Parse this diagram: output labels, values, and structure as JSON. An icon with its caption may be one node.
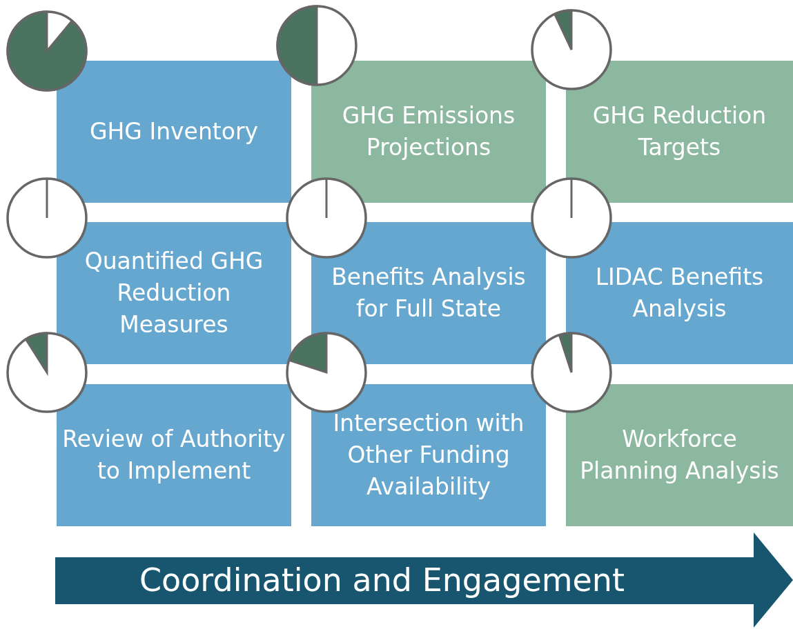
{
  "diagram": {
    "nodes": [
      {
        "text": [
          "GHG Inventory"
        ]
      },
      {
        "text": [
          "GHG Emissions Projections"
        ]
      },
      {
        "text": [
          "GHG Reduction Targets"
        ]
      },
      {
        "text": [
          "Quantified GHG Reduction Measures"
        ]
      },
      {
        "text": [
          "Benefits Analysis for Full State"
        ]
      },
      {
        "text": [
          "LIDAC Benefits Analysis"
        ]
      },
      {
        "text": [
          "Review of Authority to Implement"
        ]
      },
      {
        "text": [
          "Intersection with Other Funding Availability"
        ]
      },
      {
        "text": [
          "Workforce Planning Analysis"
        ]
      },
      {
        "text": [
          "Coordination and Engagement"
        ]
      }
    ]
  }
}
